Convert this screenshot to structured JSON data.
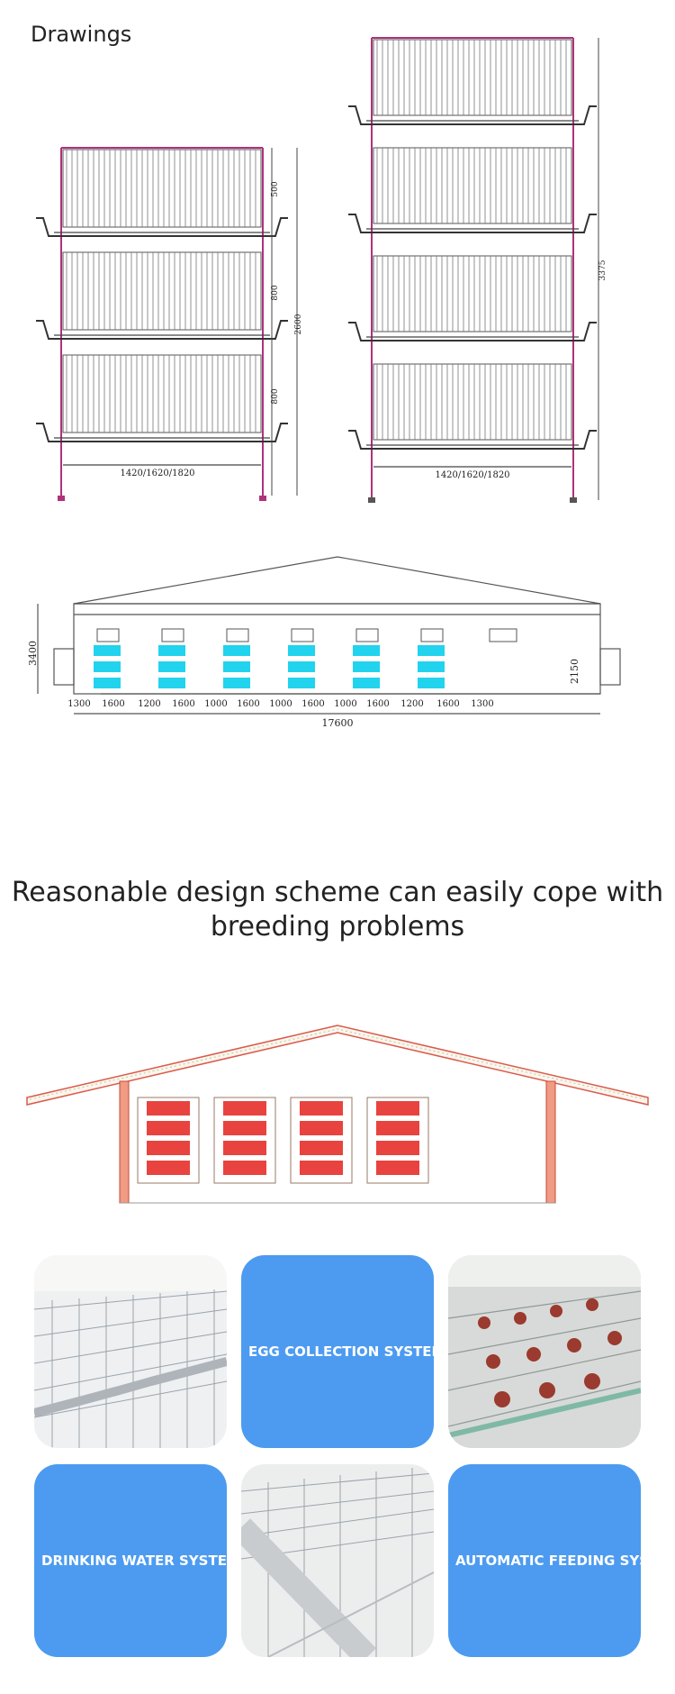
{
  "section": {
    "title": "Drawings"
  },
  "drawing_3tier": {
    "dims": [
      "500",
      "800",
      "800"
    ],
    "total_height": "2600",
    "width": "1420/1620/1820"
  },
  "drawing_4tier": {
    "total_height": "3375",
    "width": "1420/1620/1820"
  },
  "house_section": {
    "height": "3400",
    "cage_height": "2150",
    "spacing": [
      "1300",
      "1600",
      "1200",
      "1600",
      "1000",
      "1600",
      "1000",
      "1600",
      "1000",
      "1600",
      "1200",
      "1600",
      "1300"
    ],
    "total_width": "17600"
  },
  "headline": {
    "line1": "Reasonable design scheme can easily cope with",
    "line2": "breeding problems"
  },
  "tiles": [
    {
      "label": ""
    },
    {
      "label": "EGG COLLECTION SYSTEM"
    },
    {
      "label": ""
    },
    {
      "label": "DRINKING WATER SYSTEM"
    },
    {
      "label": ""
    },
    {
      "label": "AUTOMATIC FEEDING SYSTEM"
    }
  ],
  "colors": {
    "frame": "#b0327a",
    "cage_cyan": "#22d3ee",
    "cage_red": "#e9433f",
    "tile_blue": "#4c9bf0"
  }
}
